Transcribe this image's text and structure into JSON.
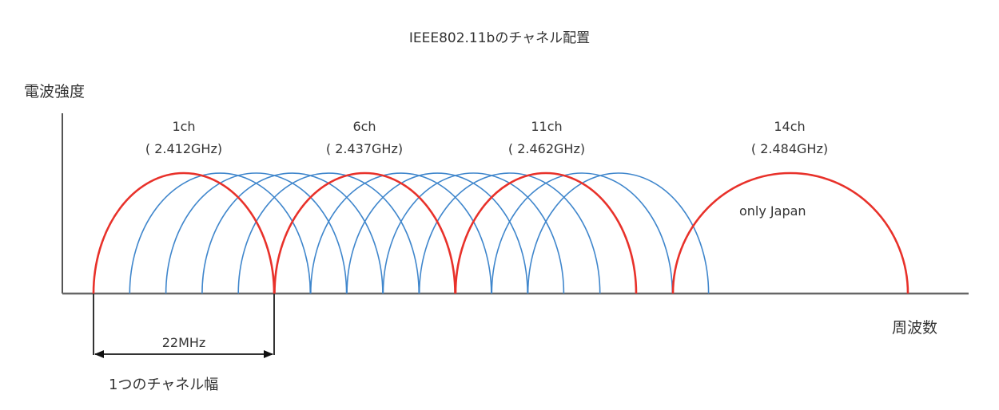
{
  "title": "IEEE802.11bのチャネル配置",
  "axes": {
    "ylabel": "電波強度",
    "xlabel": "周波数"
  },
  "channel_labels": [
    {
      "name": "1ch",
      "freq": "( 2.412GHz)"
    },
    {
      "name": "6ch",
      "freq": "( 2.437GHz)"
    },
    {
      "name": "11ch",
      "freq": "( 2.462GHz)"
    },
    {
      "name": "14ch",
      "freq": "( 2.484GHz)"
    }
  ],
  "note_14ch": "only Japan",
  "bandwidth": {
    "value": "22MHz",
    "caption": "1つのチャネル幅"
  },
  "colors": {
    "highlight": "#e8312a",
    "other": "#3f86cc",
    "axis": "#555555"
  },
  "chart_data": {
    "type": "diagram",
    "title": "IEEE802.11bのチャネル配置",
    "xlabel": "周波数",
    "ylabel": "電波強度",
    "channel_width_mhz": 22,
    "channels": [
      {
        "ch": 1,
        "center_ghz": 2.412,
        "highlight": true
      },
      {
        "ch": 2,
        "center_ghz": 2.417,
        "highlight": false
      },
      {
        "ch": 3,
        "center_ghz": 2.422,
        "highlight": false
      },
      {
        "ch": 4,
        "center_ghz": 2.427,
        "highlight": false
      },
      {
        "ch": 5,
        "center_ghz": 2.432,
        "highlight": false
      },
      {
        "ch": 6,
        "center_ghz": 2.437,
        "highlight": true
      },
      {
        "ch": 7,
        "center_ghz": 2.442,
        "highlight": false
      },
      {
        "ch": 8,
        "center_ghz": 2.447,
        "highlight": false
      },
      {
        "ch": 9,
        "center_ghz": 2.452,
        "highlight": false
      },
      {
        "ch": 10,
        "center_ghz": 2.457,
        "highlight": false
      },
      {
        "ch": 11,
        "center_ghz": 2.462,
        "highlight": true
      },
      {
        "ch": 12,
        "center_ghz": 2.467,
        "highlight": false
      },
      {
        "ch": 13,
        "center_ghz": 2.472,
        "highlight": false
      },
      {
        "ch": 14,
        "center_ghz": 2.484,
        "highlight": true,
        "note": "only Japan"
      }
    ]
  }
}
